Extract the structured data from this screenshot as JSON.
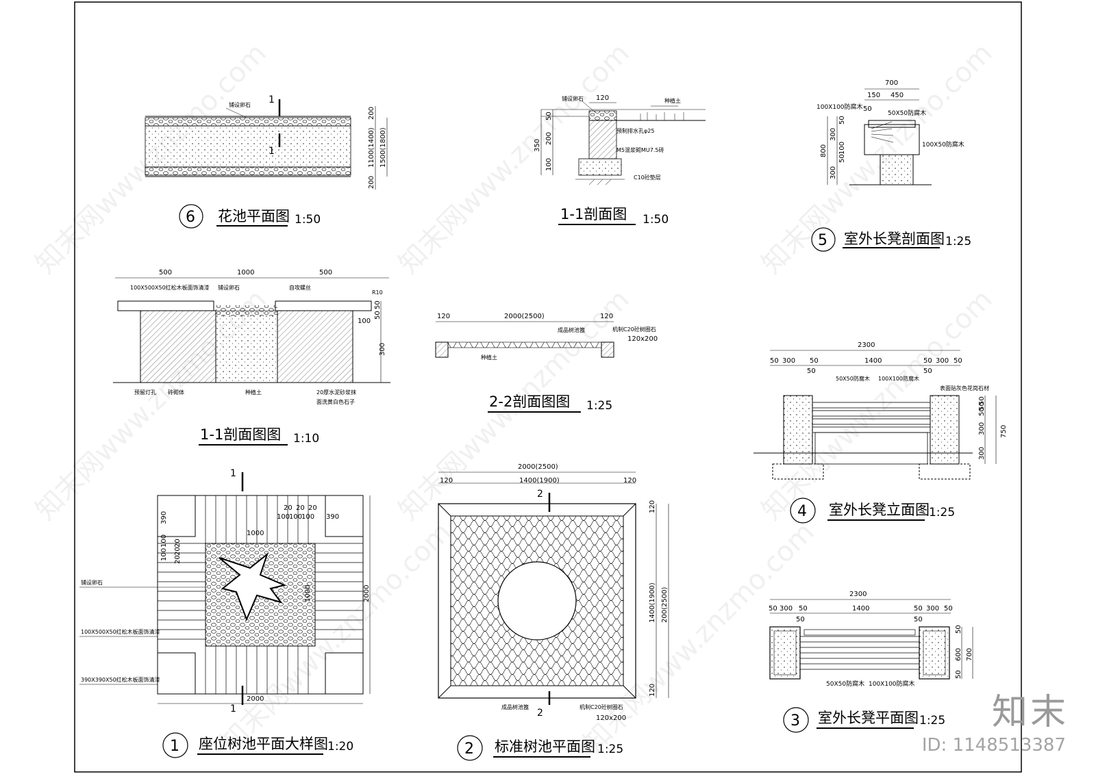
{
  "watermark": {
    "text": "知末网www.znzmo.com",
    "brand": "知末",
    "id": "ID: 1148513387"
  },
  "drawings": {
    "d6": {
      "num": "6",
      "title": "花池平面图",
      "scale": "1:50",
      "section_mark": "1",
      "notes": [
        "铺设卵石"
      ],
      "dims": [
        "200",
        "1100(1400)",
        "200",
        "1500(1800)"
      ]
    },
    "d11a": {
      "title": "1-1剖面图",
      "scale": "1:50",
      "notes": [
        "铺设卵石",
        "种植土",
        "预制排水孔φ25",
        "M5混浆砌MU7.5砖",
        "C10砼垫层"
      ],
      "dims": [
        "120",
        "350",
        "50",
        "200",
        "100"
      ]
    },
    "d5": {
      "num": "5",
      "title": "室外长凳剖面图",
      "scale": "1:25",
      "notes": [
        "100X100防腐木",
        "50X50防腐木",
        "100X50防腐木"
      ],
      "dims": [
        "700",
        "150",
        "450",
        "50",
        "50",
        "800",
        "300",
        "100",
        "50",
        "300"
      ]
    },
    "d11b": {
      "title": "1-1剖面图图",
      "scale": "1:10",
      "notes": [
        "100X500X50红松木板面饰清漆",
        "铺设卵石",
        "自攻螺丝",
        "预留灯孔",
        "砖砌体",
        "种植土",
        "20厚水泥砂浆抹",
        "面洗黄白色石子",
        "R10"
      ],
      "dims": [
        "500",
        "1000",
        "500",
        "50",
        "50",
        "100",
        "300"
      ]
    },
    "d22": {
      "title": "2-2剖面图图",
      "scale": "1:25",
      "notes": [
        "成品树池篦",
        "机制C20砼树圈石",
        "120x200",
        "种植土"
      ],
      "dims": [
        "120",
        "2000(2500)",
        "120"
      ]
    },
    "d4": {
      "num": "4",
      "title": "室外长凳立面图",
      "scale": "1:25",
      "notes": [
        "50X50防腐木",
        "100X100防腐木",
        "表面贴灰色花岗石材"
      ],
      "dims": [
        "2300",
        "50",
        "300",
        "50",
        "1400",
        "50",
        "300",
        "50",
        "50",
        "50",
        "50",
        "50",
        "50",
        "300",
        "300",
        "750"
      ]
    },
    "d1": {
      "num": "1",
      "title": "座位树池平面大样图",
      "scale": "1:20",
      "section_mark": "1",
      "notes": [
        "铺设卵石",
        "100X500X50红松木板面饰清漆",
        "390X390X50红松木板面饰清漆"
      ],
      "dims": [
        "390",
        "20",
        "20",
        "20",
        "100",
        "100",
        "100",
        "390",
        "1000",
        "100",
        "100",
        "20",
        "20",
        "20",
        "1000",
        "2000",
        "2000"
      ]
    },
    "d2": {
      "num": "2",
      "title": "标准树池平面图",
      "scale": "1:25",
      "section_mark": "2",
      "notes": [
        "成品树池篦",
        "机制C20砼树圈石",
        "120x200"
      ],
      "dims": [
        "2000(2500)",
        "120",
        "1400(1900)",
        "120",
        "120",
        "1400(1900)",
        "200(2500)",
        "120"
      ]
    },
    "d3": {
      "num": "3",
      "title": "室外长凳平面图",
      "scale": "1:25",
      "notes": [
        "50X50防腐木",
        "100X100防腐木"
      ],
      "dims": [
        "2300",
        "50",
        "300",
        "50",
        "1400",
        "50",
        "300",
        "50",
        "50",
        "50",
        "50",
        "600",
        "700",
        "50"
      ]
    }
  }
}
